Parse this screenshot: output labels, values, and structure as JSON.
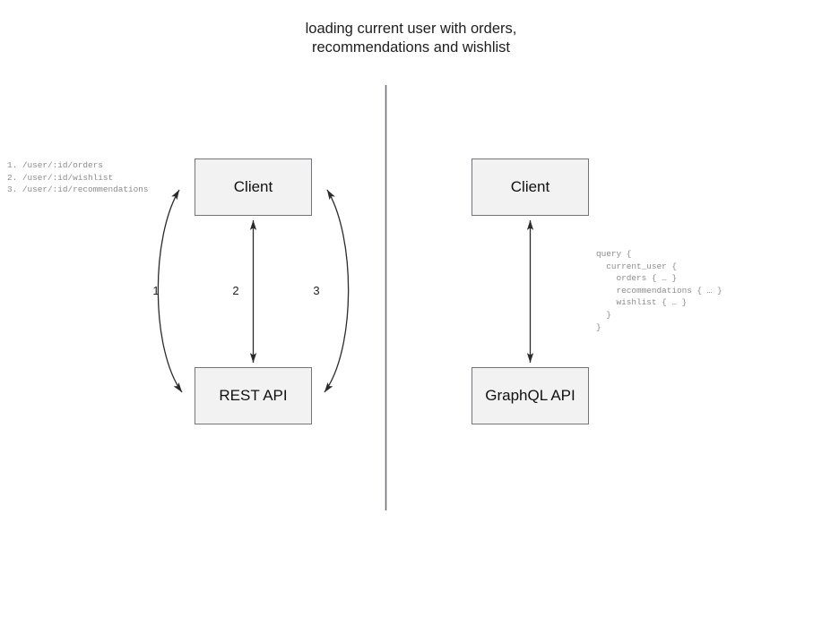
{
  "diagram": {
    "title": "loading current user with orders,\nrecommendations and wishlist",
    "divider": {
      "name": "vertical-divider",
      "color": "#6d7175"
    },
    "left_panel": {
      "name": "rest-approach",
      "nodes": [
        {
          "id": "client-rest",
          "label": "Client"
        },
        {
          "id": "rest-api",
          "label": "REST API"
        }
      ],
      "edges": [
        {
          "id": "edge-1",
          "label": "1",
          "style": "curved-left",
          "direction": "bidirectional"
        },
        {
          "id": "edge-2",
          "label": "2",
          "style": "straight",
          "direction": "bidirectional"
        },
        {
          "id": "edge-3",
          "label": "3",
          "style": "curved-right",
          "direction": "bidirectional"
        }
      ],
      "endpoints": "1. /user/:id/orders\n2. /user/:id/wishlist\n3. /user/:id/recommendations"
    },
    "right_panel": {
      "name": "graphql-approach",
      "nodes": [
        {
          "id": "client-gql",
          "label": "Client"
        },
        {
          "id": "graphql-api",
          "label": "GraphQL API"
        }
      ],
      "edges": [
        {
          "id": "edge-gql",
          "label": "",
          "style": "straight",
          "direction": "bidirectional"
        }
      ],
      "query": "query {\n  current_user {\n    orders { … }\n    recommendations { … }\n    wishlist { … }\n  }\n}"
    },
    "colors": {
      "node_fill": "#f2f2f2",
      "node_border": "#71757a",
      "edge_stroke": "#2b2b2b",
      "code_text": "#8c8c8c",
      "title_text": "#1e1e1e"
    }
  }
}
